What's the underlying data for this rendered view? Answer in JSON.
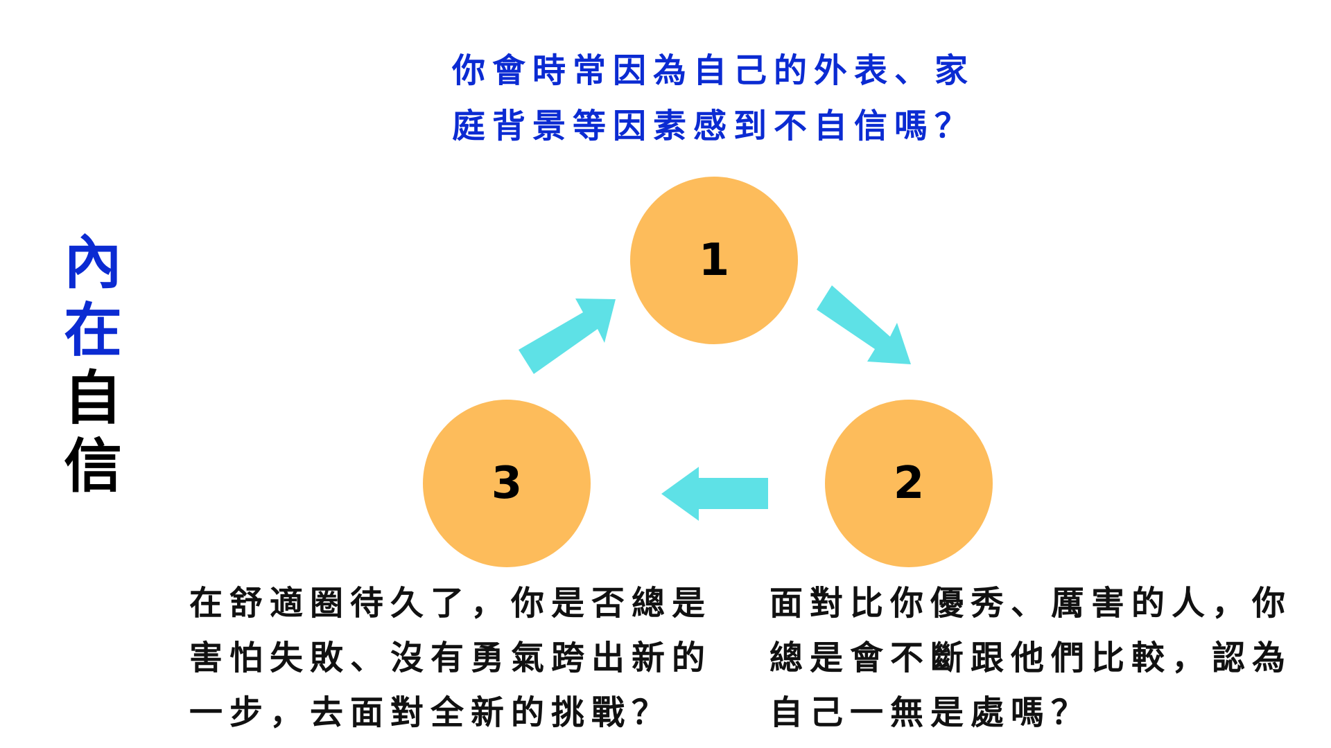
{
  "title": {
    "chars": [
      "內",
      "在",
      "自",
      "信"
    ]
  },
  "question": {
    "lines": [
      "你會時常因為自己的外表、家",
      "庭背景等因素感到不自信嗎？"
    ]
  },
  "cycle": {
    "nodes": [
      "1",
      "2",
      "3"
    ]
  },
  "left_text": {
    "lines": [
      "在舒適圈待久了，你是否總是",
      "害怕失敗、沒有勇氣跨出新的",
      "一步，去面對全新的挑戰？"
    ]
  },
  "right_text": {
    "lines": [
      "面對比你優秀、厲害的人，你",
      "總是會不斷跟他們比較，認為",
      "自己一無是處嗎？"
    ]
  },
  "colors": {
    "blue": "#0b2bd2",
    "circle": "#fdbc5b",
    "arrow": "#5ee1e6"
  }
}
